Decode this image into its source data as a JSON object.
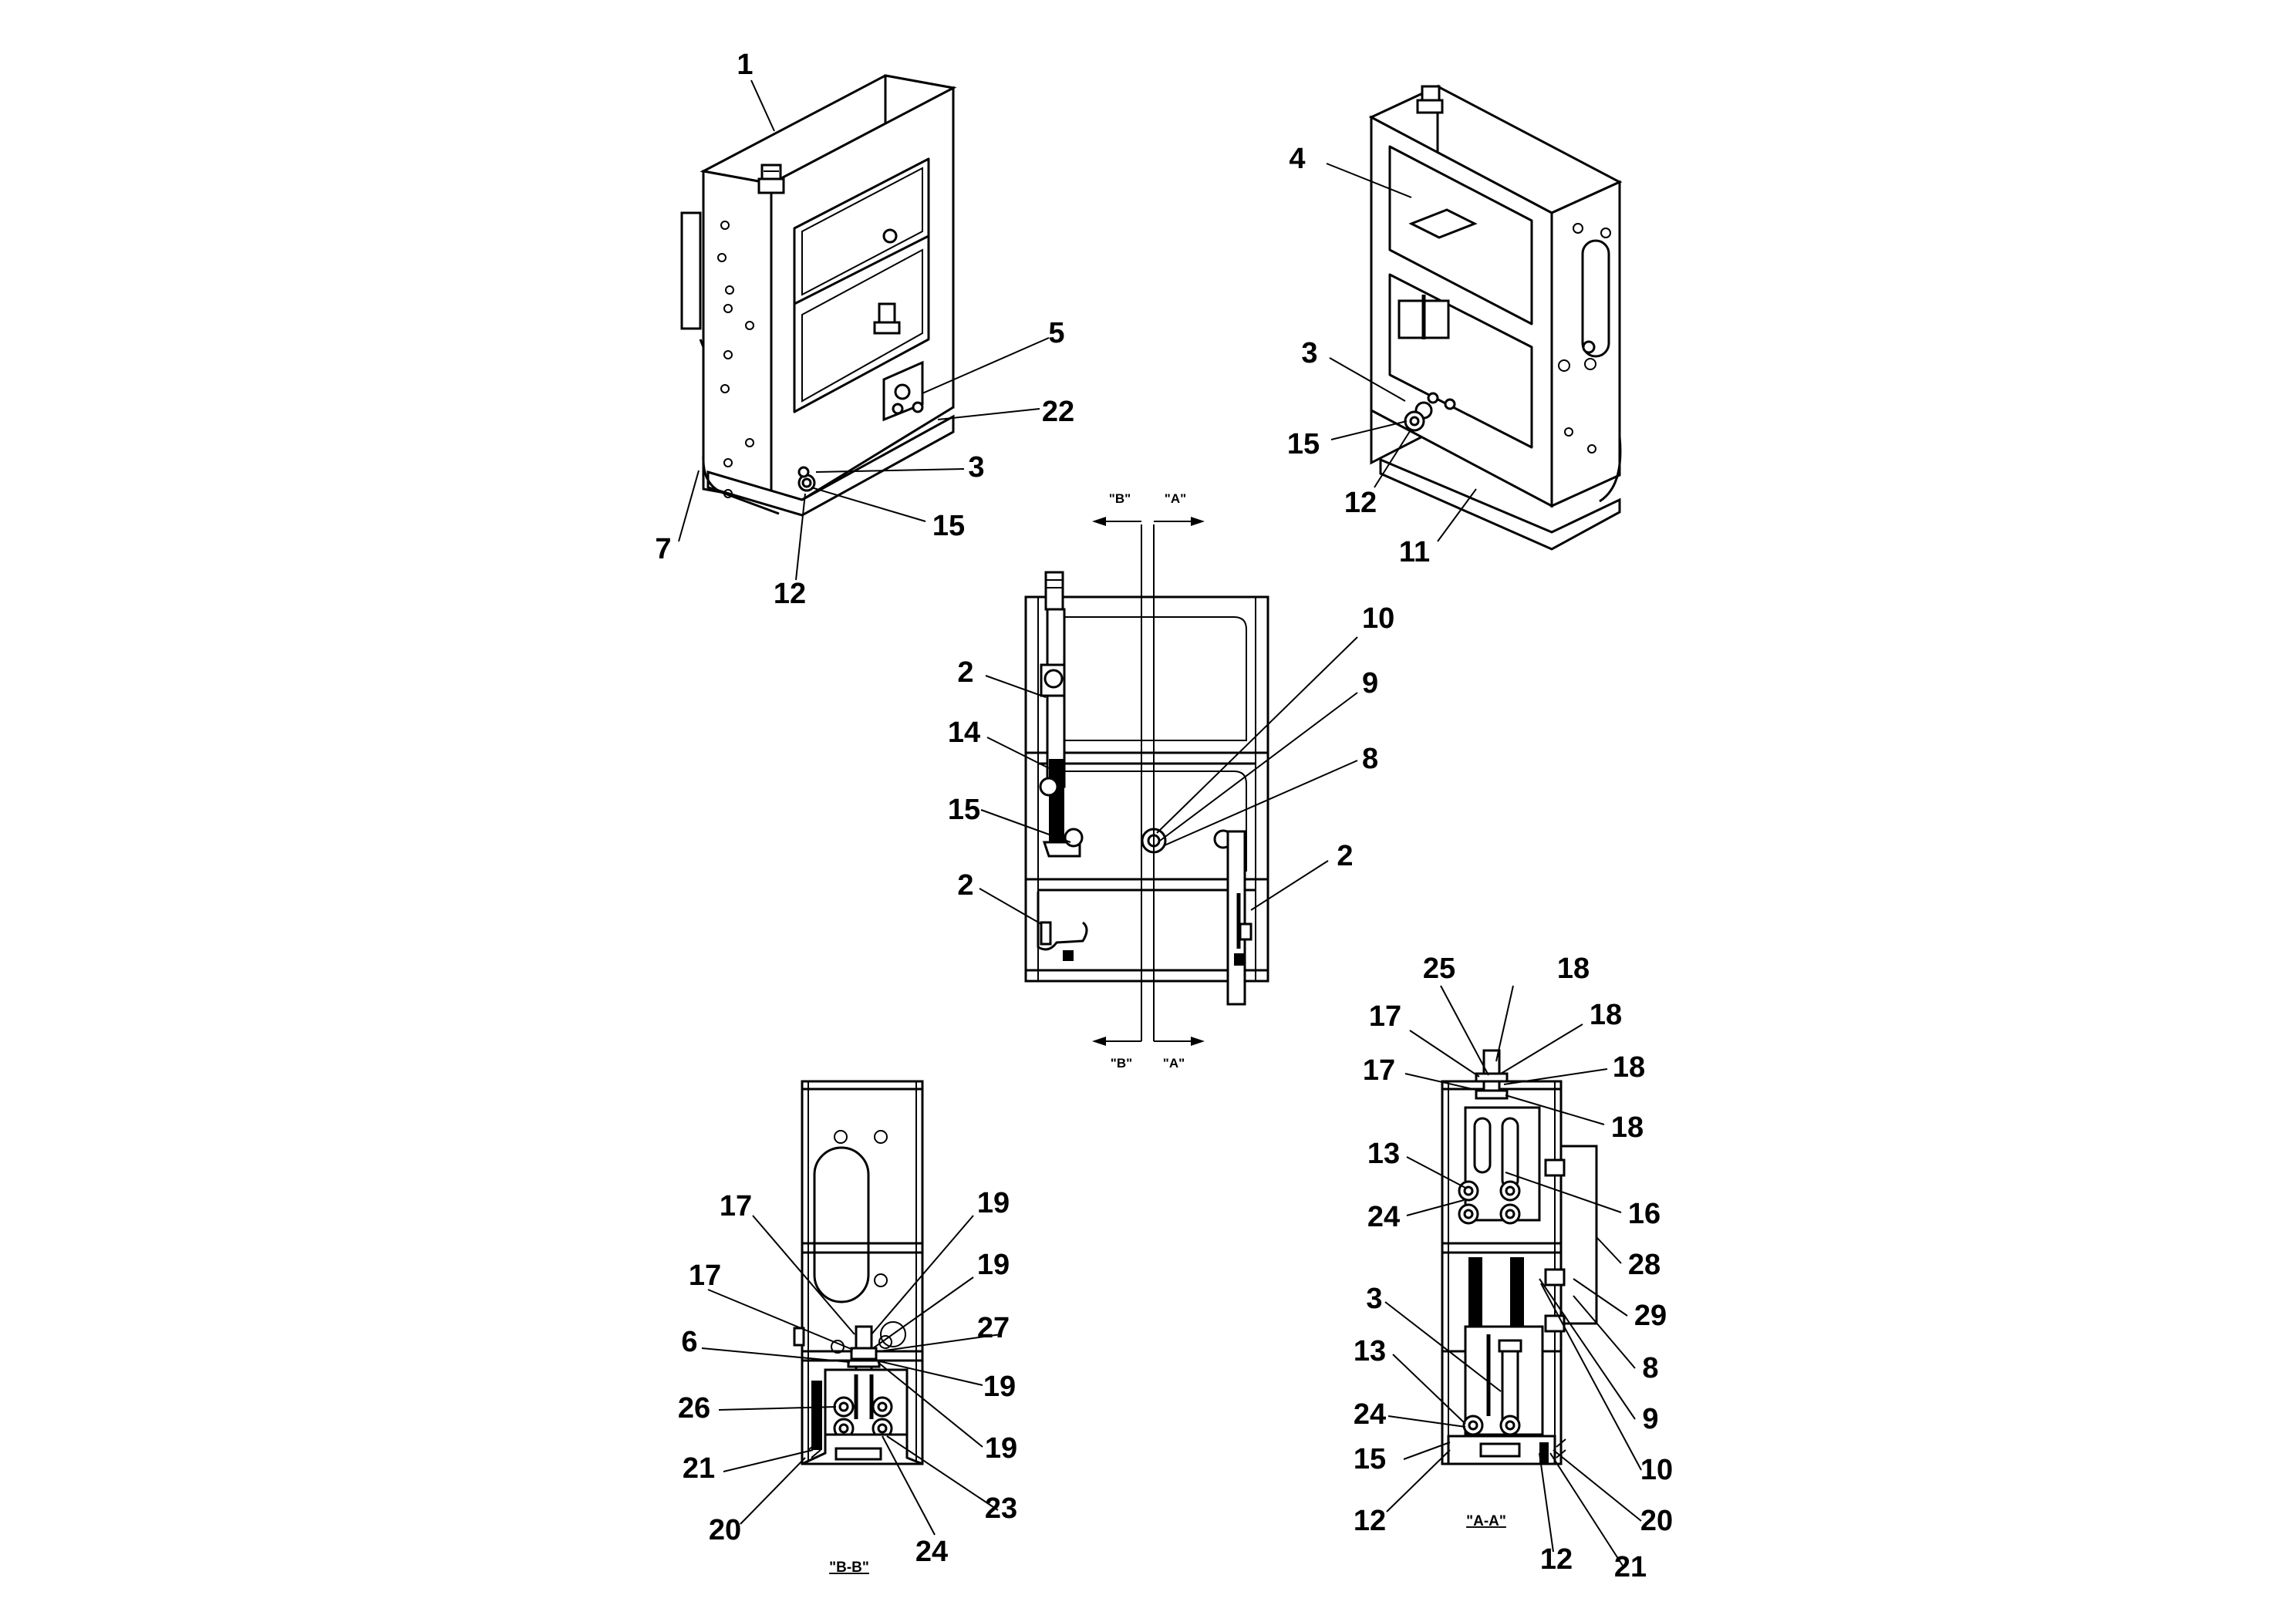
{
  "callouts": {
    "v1": [
      "1",
      "5",
      "22",
      "3",
      "15",
      "12",
      "7"
    ],
    "v2": [
      "4",
      "3",
      "15",
      "12",
      "11"
    ],
    "v3": [
      "10",
      "9",
      "8",
      "2",
      "14",
      "15",
      "2",
      "2"
    ],
    "vB": [
      "17",
      "19",
      "19",
      "17",
      "27",
      "6",
      "19",
      "26",
      "19",
      "21",
      "23",
      "20",
      "24"
    ],
    "vA": [
      "25",
      "18",
      "18",
      "17",
      "18",
      "17",
      "18",
      "13",
      "16",
      "24",
      "28",
      "3",
      "29",
      "8",
      "13",
      "9",
      "24",
      "15",
      "10",
      "20",
      "12",
      "12",
      "21"
    ]
  },
  "section_marks": {
    "b_top": "\"B\"",
    "a_top": "\"A\"",
    "b_bottom": "\"B\"",
    "a_bottom": "\"A\""
  },
  "view_titles": {
    "bb": "\"B-B\"",
    "aa": "\"A-A\""
  }
}
